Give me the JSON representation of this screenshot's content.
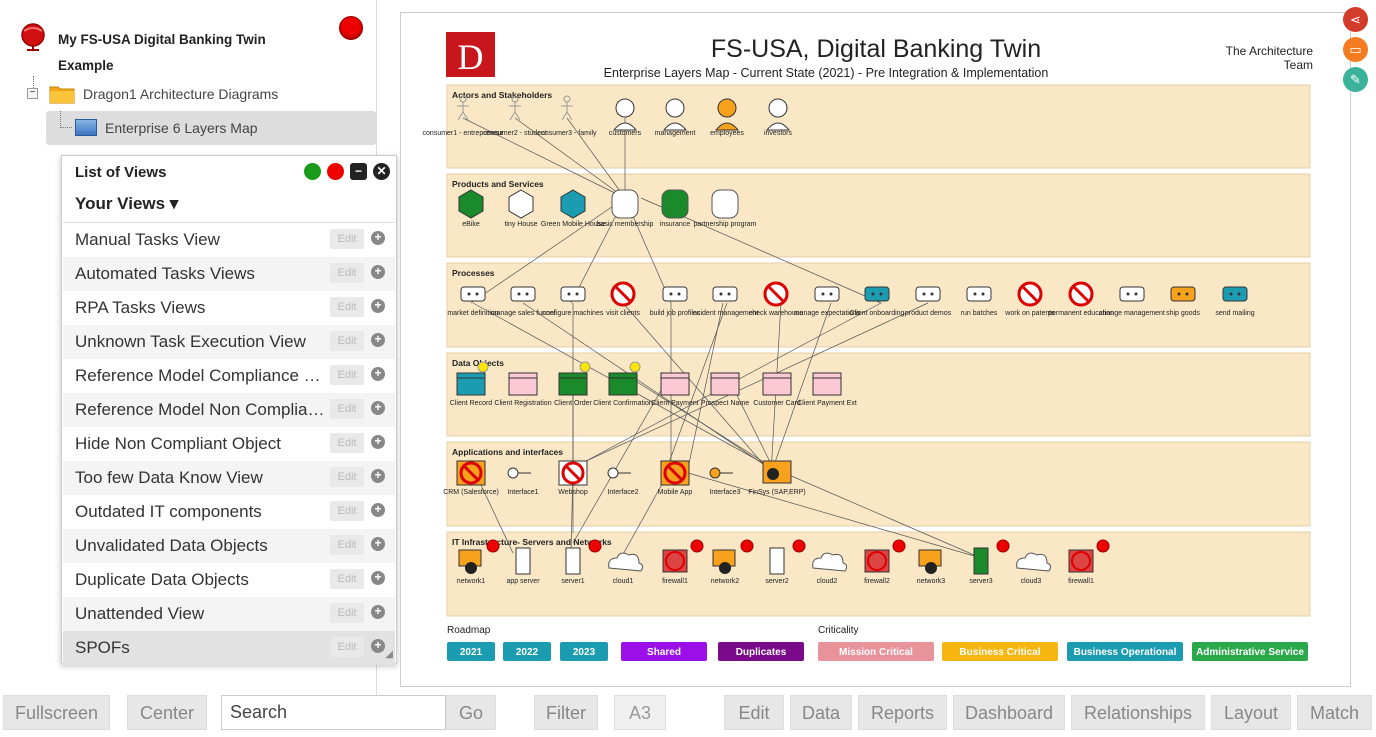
{
  "tree": {
    "root_title": "My FS-USA Digital Banking Twin Example",
    "folder_label": "Dragon1 Architecture Diagrams",
    "map_label": "Enterprise 6 Layers Map"
  },
  "views_panel": {
    "title": "List of Views",
    "subtitle": "Your Views ▾",
    "edit_label": "Edit",
    "items": [
      {
        "label": "Manual Tasks View"
      },
      {
        "label": "Automated Tasks Views"
      },
      {
        "label": "RPA Tasks Views"
      },
      {
        "label": "Unknown Task Execution View"
      },
      {
        "label": "Reference Model Compliance View"
      },
      {
        "label": "Reference Model Non Compliance View"
      },
      {
        "label": "Hide Non Compliant Object"
      },
      {
        "label": "Too few Data Know View"
      },
      {
        "label": "Outdated IT components"
      },
      {
        "label": "Unvalidated Data Objects"
      },
      {
        "label": "Duplicate Data Objects"
      },
      {
        "label": "Unattended View"
      },
      {
        "label": "SPOFs"
      }
    ]
  },
  "diagram": {
    "logo_letter": "D",
    "title": "FS-USA, Digital Banking Twin",
    "subtitle": "Enterprise Layers Map - Current State (2021) - Pre Integration & Implementation",
    "author_line1": "The Architecture",
    "author_line2": "Team",
    "layers": [
      {
        "label": "Actors and Stakeholders"
      },
      {
        "label": "Products and Services"
      },
      {
        "label": "Processes"
      },
      {
        "label": "Data Objects"
      },
      {
        "label": "Applications and interfaces"
      },
      {
        "label": "IT Infrastructure- Servers and Networks"
      }
    ],
    "actors": [
      "consumer1 - entrepreneur",
      "consumer2 - student",
      "consumer3 - family",
      "customers",
      "management",
      "employees",
      "investors"
    ],
    "products": [
      "eBike",
      "tiny House",
      "Green Mobile House",
      "basic membership",
      "insurance",
      "partnership program"
    ],
    "processes": [
      "market definition",
      "manage sales funnel",
      "configure machines",
      "visit clients",
      "build job profiles",
      "incident management",
      "check warehouse",
      "manage expectations",
      "Client onboarding",
      "product demos",
      "run batches",
      "work on patents",
      "permanent education",
      "change management",
      "ship goods",
      "send mailing"
    ],
    "data_objects": [
      "Client Record",
      "Client Registration",
      "Client Order",
      "Client Confirmation",
      "Client Payment",
      "Prospect Name",
      "Customer Card",
      "Client Payment Ext"
    ],
    "applications": [
      "CRM (Salesforce)",
      "Interface1",
      "Webshop",
      "Interface2",
      "Mobile App",
      "Interface3",
      "FinSys (SAP,ERP)"
    ],
    "infrastructure": [
      "network1",
      "app server",
      "server1",
      "cloud1",
      "firewall1",
      "network2",
      "server2",
      "cloud2",
      "firewall2",
      "network3",
      "server3",
      "cloud3",
      "firewall1"
    ],
    "roadmap_label": "Roadmap",
    "roadmap": [
      {
        "label": "2021",
        "color": "#1c9cb0"
      },
      {
        "label": "2022",
        "color": "#1c9cb0"
      },
      {
        "label": "2023",
        "color": "#1c9cb0"
      },
      {
        "label": "Shared",
        "color": "#9b10e8"
      },
      {
        "label": "Duplicates",
        "color": "#7a0a8a"
      }
    ],
    "criticality_label": "Criticality",
    "criticality": [
      {
        "label": "Mission Critical",
        "color": "#e8929a"
      },
      {
        "label": "Business Critical",
        "color": "#f7b50f"
      },
      {
        "label": "Business Operational",
        "color": "#1c9cb0"
      },
      {
        "label": "Administrative Service",
        "color": "#2aa84a"
      }
    ]
  },
  "float_buttons": [
    {
      "icon": "share-icon",
      "color": "#d33c2a"
    },
    {
      "icon": "comment-icon",
      "color": "#f47c20"
    },
    {
      "icon": "edit-icon",
      "color": "#3bb39a"
    }
  ],
  "toolbar": {
    "fullscreen": "Fullscreen",
    "center": "Center",
    "search_placeholder": "Search",
    "go": "Go",
    "filter": "Filter",
    "a3": "A3",
    "edit": "Edit",
    "data": "Data",
    "reports": "Reports",
    "dashboard": "Dashboard",
    "relationships": "Relationships",
    "layout": "Layout",
    "match": "Match"
  }
}
